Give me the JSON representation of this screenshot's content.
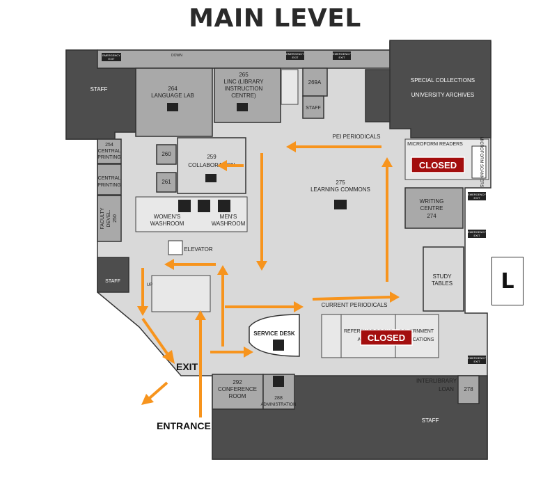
{
  "title": "MAIN LEVEL",
  "legend_letter": "L",
  "colors": {
    "arrow": "#f7941d",
    "closed_badge": "#a30e0e",
    "staff_dark": "#4d4d4d"
  },
  "rooms": {
    "staff_left": "STAFF",
    "language_lab_num": "264",
    "language_lab": "LANGUAGE  LAB",
    "linc_num": "265",
    "linc_l1": "LINC (LIBRARY",
    "linc_l2": "INSTRUCTION",
    "linc_l3": "CENTRE)",
    "room_269a": "269A",
    "staff_small": "STAFF",
    "special_l1": "SPECIAL COLLECTIONS",
    "special_l2": "UNIVERSITY ARCHIVES",
    "pei_periodicals": "PEI PERIODICALS",
    "microform_readers": "MICROFORM READERS",
    "microform_scanners": "MICROFORM SCANNERS",
    "central_printing_num": "254",
    "central_printing_l1": "CENTRAL",
    "central_printing_l2": "PRINTING",
    "central_printing2_l1": "CENTRAL",
    "central_printing2_l2": "PRINTING",
    "room_260": "260",
    "room_261": "261",
    "collab_num": "259",
    "collab": "COLLABORATION",
    "learning_commons_num": "275",
    "learning_commons": "LEARNING COMMONS",
    "writing_centre": "WRITING",
    "writing_centre_2": "CENTRE",
    "writing_centre_num": "274",
    "faculty_l1": "FACULTY",
    "faculty_l2": "DEVEL.",
    "faculty_num": "250",
    "womens_l1": "WOMEN'S",
    "womens_l2": "WASHROOM",
    "mens_l1": "MEN'S",
    "mens_l2": "WASHROOM",
    "elevator": "ELEVATOR",
    "staff_left2": "STAFF",
    "study_l1": "STUDY",
    "study_l2": "TABLES",
    "current_periodicals": "CURRENT PERIODICALS",
    "reference_l1": "REFERENCE BOOKS",
    "reference_l2": "A",
    "government_l1": "GOVERNMENT",
    "government_l2": "PUBLICATIONS",
    "service_desk": "SERVICE DESK",
    "exit": "EXIT",
    "entrance": "ENTRANCE",
    "conference_num": "292",
    "conference_l1": "CONFERENCE",
    "conference_l2": "ROOM",
    "admin_num": "288",
    "admin": "ADMINISTRATION",
    "interlibrary_l1": "INTERLIBRARY",
    "interlibrary_l2": "LOAN",
    "room_278": "278",
    "staff_bottom": "STAFF",
    "up": "UP",
    "down": "DOWN"
  },
  "closed_labels": [
    "CLOSED",
    "CLOSED"
  ],
  "emergency_exit_l1": "EMERGENCY",
  "emergency_exit_l2": "EXIT"
}
